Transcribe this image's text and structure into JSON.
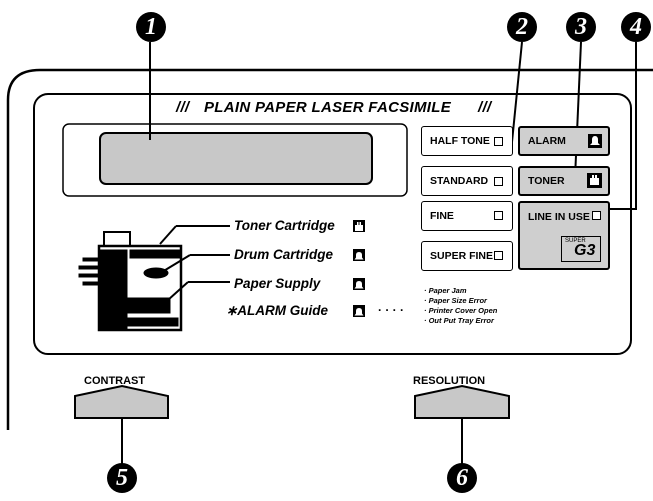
{
  "panel": {
    "title": "PLAIN PAPER LASER FACSIMILE",
    "title_slashes": "///"
  },
  "callouts": [
    "1",
    "2",
    "3",
    "4",
    "5",
    "6"
  ],
  "buttons": {
    "half_tone": "HALF TONE",
    "standard": "STANDARD",
    "fine": "FINE",
    "super_fine": "SUPER FINE",
    "alarm": "ALARM",
    "toner": "TONER",
    "line_in_use": "LINE IN USE"
  },
  "logo": {
    "top": "SUPER",
    "main": "G3"
  },
  "legend": {
    "toner_cartridge": "Toner Cartridge",
    "drum_cartridge": "Drum Cartridge",
    "paper_supply": "Paper Supply",
    "alarm_guide": "∗ALARM Guide",
    "dots": "· · · ·"
  },
  "alarm_errors": [
    "· Paper Jam",
    "· Paper Size Error",
    "· Printer Cover Open",
    "· Out Put Tray Error"
  ],
  "controls": {
    "contrast": "CONTRAST",
    "resolution": "RESOLUTION"
  },
  "colors": {
    "grey_button": "#cfcfcf",
    "display": "#c8c8c8",
    "ink": "#000000"
  }
}
